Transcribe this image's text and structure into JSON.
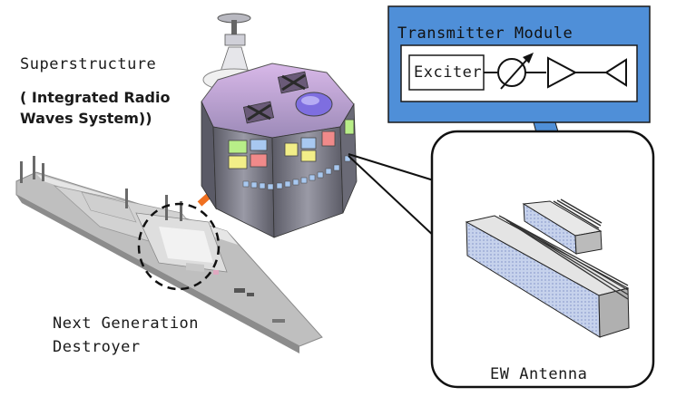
{
  "labels": {
    "superstructure": "Superstructure",
    "integrated_line1": "( Integrated Radio",
    "integrated_line2": "Waves System))",
    "next_gen_line1": "Next Generation",
    "next_gen_line2": "Destroyer",
    "transmitter_module": "Transmitter Module",
    "exciter": "Exciter",
    "ew_antenna": "EW Antenna"
  },
  "icons": [
    "ship-illustration",
    "superstructure-illustration",
    "phase-shifter-icon",
    "amplifier-icon",
    "antenna-icon",
    "ew-antenna-illustration",
    "orange-arrow-icon"
  ],
  "colors": {
    "callout_blue": "#4f8fd8",
    "arrow_orange": "#f07020",
    "mast_gray": "#7a7a88",
    "panel_yellow": "#f2ee88",
    "panel_red": "#f08a8a",
    "panel_green": "#b8ee88",
    "panel_blue": "#a8c8f0"
  }
}
